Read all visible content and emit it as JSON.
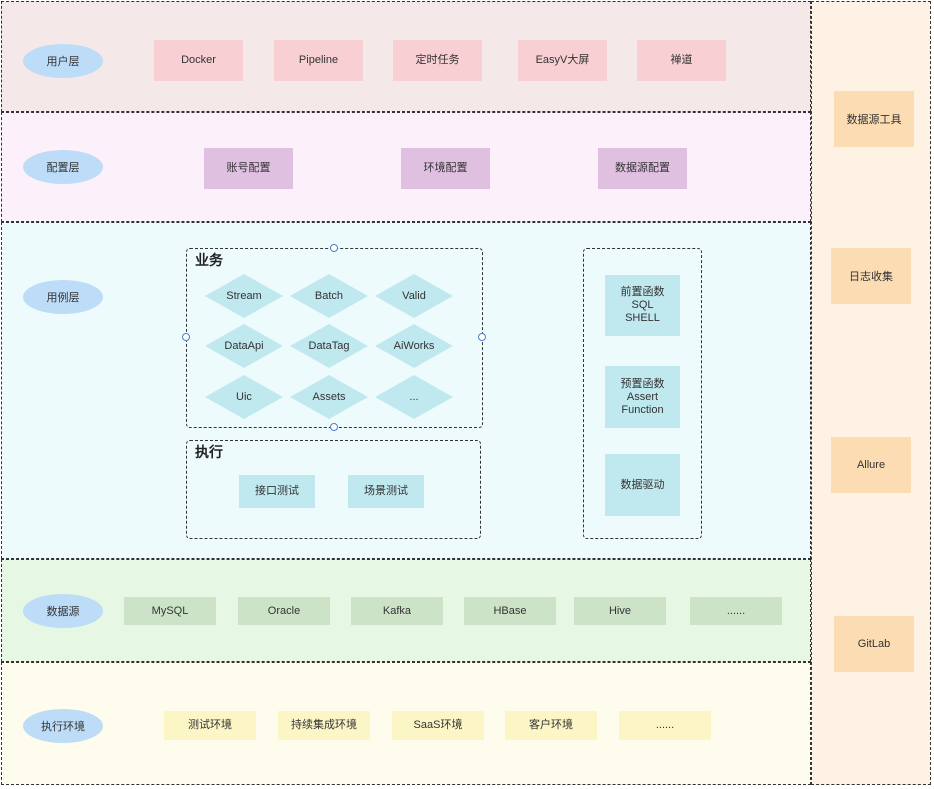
{
  "layers": {
    "user": {
      "label": "用户层",
      "items": [
        "Docker",
        "Pipeline",
        "定时任务",
        "EasyV大屏",
        "禅道"
      ]
    },
    "config": {
      "label": "配置层",
      "items": [
        "账号配置",
        "环境配置",
        "数据源配置"
      ]
    },
    "usecase": {
      "label": "用例层",
      "business": {
        "title": "业务",
        "items": [
          "Stream",
          "Batch",
          "Valid",
          "DataApi",
          "DataTag",
          "AiWorks",
          "Uic",
          "Assets",
          "..."
        ]
      },
      "execution": {
        "title": "执行",
        "items": [
          "接口测试",
          "场景测试"
        ]
      },
      "functions": [
        {
          "lines": [
            "前置函数",
            "SQL",
            "SHELL"
          ]
        },
        {
          "lines": [
            "预置函数",
            "Assert",
            "Function"
          ]
        },
        {
          "lines": [
            "数据驱动"
          ]
        }
      ]
    },
    "datasource": {
      "label": "数据源",
      "items": [
        "MySQL",
        "Oracle",
        "Kafka",
        "HBase",
        "Hive",
        "......"
      ]
    },
    "execenv": {
      "label": "执行环境",
      "items": [
        "测试环境",
        "持续集成环境",
        "SaaS环境",
        "客户环境",
        "......"
      ]
    }
  },
  "sidebar": {
    "items": [
      "数据源工具",
      "日志收集",
      "Allure",
      "GitLab"
    ]
  },
  "colors": {
    "user_bg": "#f5e8e8",
    "user_box": "#f8cfd3",
    "config_bg": "#fcf1fb",
    "config_box": "#dfc0e0",
    "usecase_bg": "#eefbfd",
    "usecase_box": "#bfe8ef",
    "datasource_bg": "#e6f7e4",
    "datasource_box": "#cde3c8",
    "execenv_bg": "#fefcec",
    "execenv_box": "#fcf5c6",
    "ellipse": "#bcdcf7",
    "sidebar_bg": "#fdf2e3",
    "sidebar_box": "#fbdcb3"
  }
}
